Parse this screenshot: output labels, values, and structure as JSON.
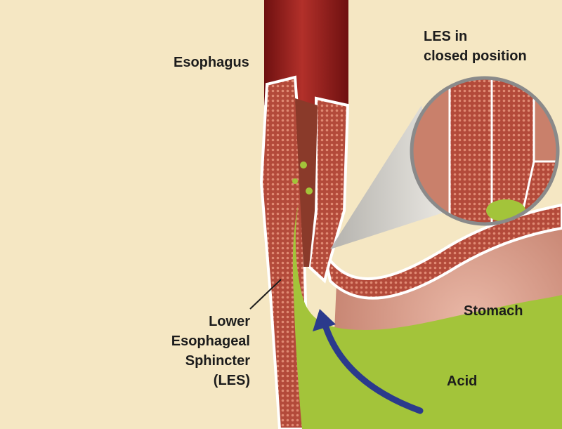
{
  "labels": {
    "esophagus": "Esophagus",
    "les_closed_line1": "LES in",
    "les_closed_line2": "closed position",
    "les_line1": "Lower",
    "les_line2": "Esophageal",
    "les_line3": "Sphincter",
    "les_line4": "(LES)",
    "stomach": "Stomach",
    "acid": "Acid"
  },
  "colors": {
    "background": "#f5e7c3",
    "esophagus": "#8e1b1b",
    "muscle": "#b5523f",
    "acid": "#a3c43a",
    "arrow": "#2b3a8c",
    "stomach_lining": "#d99a8a"
  }
}
